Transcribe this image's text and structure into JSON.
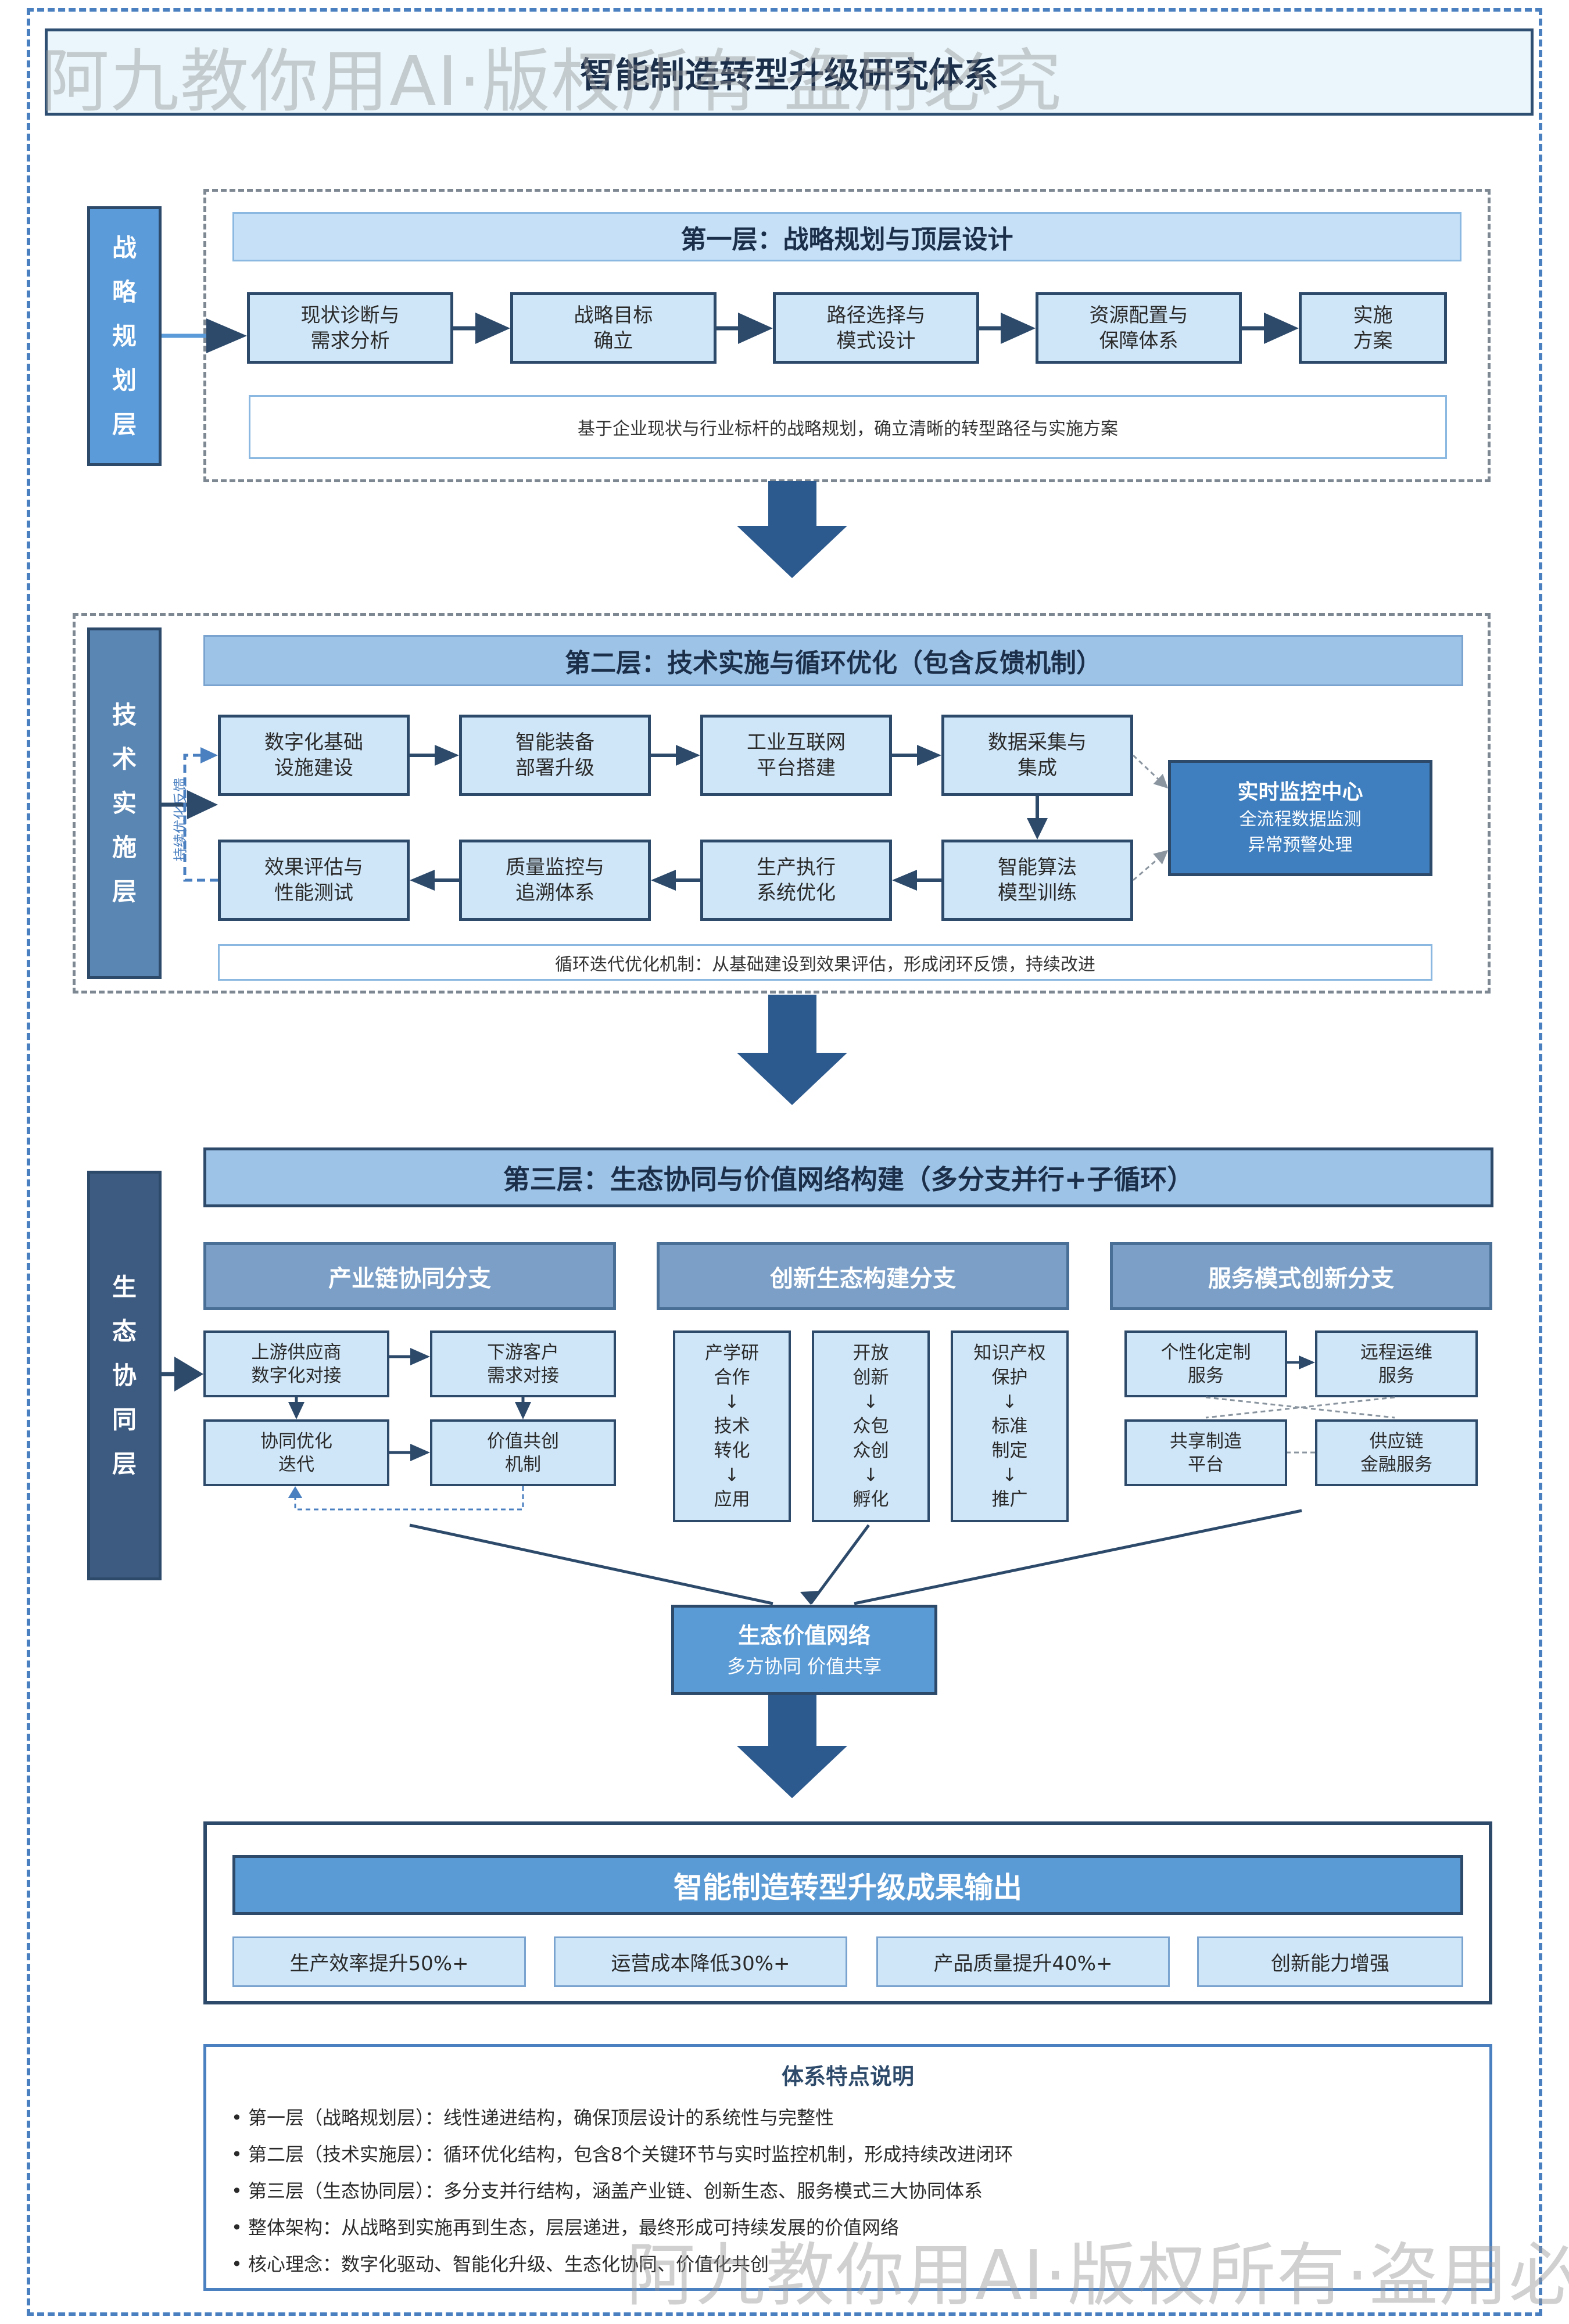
{
  "title": "智能制造转型升级研究体系",
  "watermark": "阿九教你用AI·版权所有·盗用必究",
  "layer1": {
    "side_label": [
      "战",
      "略",
      "规",
      "划",
      "层"
    ],
    "header": "第一层：战略规划与顶层设计",
    "steps": [
      "现状诊断与\n需求分析",
      "战略目标\n确立",
      "路径选择与\n模式设计",
      "资源配置与\n保障体系",
      "实施\n方案"
    ],
    "note": "基于企业现状与行业标杆的战略规划，确立清晰的转型路径与实施方案"
  },
  "layer2": {
    "side_label": [
      "技",
      "术",
      "实",
      "施",
      "层"
    ],
    "header": "第二层：技术实施与循环优化（包含反馈机制）",
    "top_row": [
      "数字化基础\n设施建设",
      "智能装备\n部署升级",
      "工业互联网\n平台搭建",
      "数据采集与\n集成"
    ],
    "bottom_row": [
      "效果评估与\n性能测试",
      "质量监控与\n追溯体系",
      "生产执行\n系统优化",
      "智能算法\n模型训练"
    ],
    "monitor": {
      "title": "实时监控中心",
      "line1": "全流程数据监测",
      "line2": "异常预警处理"
    },
    "feedback_label": "持续优化反馈",
    "note": "循环迭代优化机制：从基础建设到效果评估，形成闭环反馈，持续改进"
  },
  "layer3": {
    "side_label": [
      "生",
      "态",
      "协",
      "同",
      "层"
    ],
    "header": "第三层：生态协同与价值网络构建（多分支并行+子循环）",
    "branches": [
      "产业链协同分支",
      "创新生态构建分支",
      "服务模式创新分支"
    ],
    "chain_boxes": [
      "上游供应商\n数字化对接",
      "下游客户\n需求对接",
      "协同优化\n迭代",
      "价值共创\n机制"
    ],
    "innovation_cols": [
      [
        "产学研",
        "合作",
        "↓",
        "技术",
        "转化",
        "↓",
        "应用"
      ],
      [
        "开放",
        "创新",
        "↓",
        "众包",
        "众创",
        "↓",
        "孵化"
      ],
      [
        "知识产权",
        "保护",
        "↓",
        "标准",
        "制定",
        "↓",
        "推广"
      ]
    ],
    "service_boxes": [
      "个性化定制\n服务",
      "远程运维\n服务",
      "共享制造\n平台",
      "供应链\n金融服务"
    ],
    "value_network": {
      "title": "生态价值网络",
      "subtitle": "多方协同 价值共享"
    }
  },
  "output": {
    "header": "智能制造转型升级成果输出",
    "metrics": [
      "生产效率提升50%+",
      "运营成本降低30%+",
      "产品质量提升40%+",
      "创新能力增强"
    ]
  },
  "features": {
    "title": "体系特点说明",
    "items": [
      "• 第一层（战略规划层）：线性递进结构，确保顶层设计的系统性与完整性",
      "• 第二层（技术实施层）：循环优化结构，包含8个关键环节与实时监控机制，形成持续改进闭环",
      "• 第三层（生态协同层）：多分支并行结构，涵盖产业链、创新生态、服务模式三大协同体系",
      "• 整体架构：从战略到实施再到生态，层层递进，最终形成可持续发展的价值网络",
      "• 核心理念：数字化驱动、智能化升级、生态化协同、价值化共创"
    ]
  },
  "colors": {
    "dark_navy": "#2d4a6b",
    "side_l1": "#5b9bd9",
    "side_l2": "#5a86b4",
    "side_l3": "#3d5a80",
    "light_box": "#cfe6f8",
    "band_light": "#c5e0f7",
    "band_mid": "#9dc3e6",
    "branch": "#7b9fc7",
    "monitor": "#3f7fbf",
    "output_band": "#5b9bd5"
  }
}
